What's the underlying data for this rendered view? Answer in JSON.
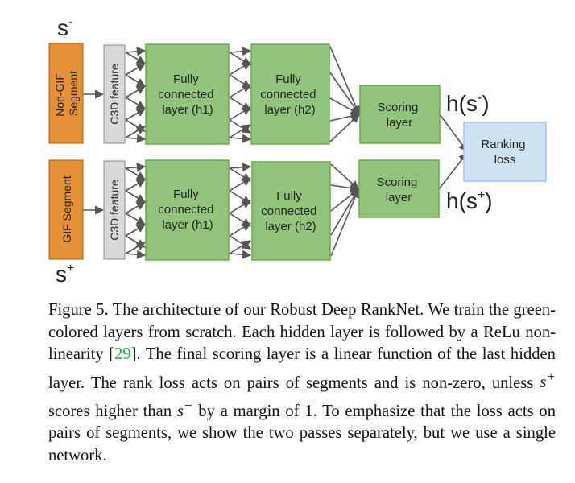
{
  "diagram": {
    "top": {
      "input_symbol": "s",
      "input_symbol_sup": "-",
      "segment_label": [
        "Non-GIF",
        "Segment"
      ],
      "feature_label": "C3D feature",
      "h1_label": [
        "Fully",
        "connected",
        "layer (h1)"
      ],
      "h2_label": [
        "Fully",
        "connected",
        "layer (h2)"
      ],
      "scoring_label": [
        "Scoring",
        "layer"
      ],
      "output_label": "h(s",
      "output_sup": "-",
      "output_close": ")"
    },
    "bottom": {
      "input_symbol": "s",
      "input_symbol_sup": "+",
      "segment_label": [
        "GIF Segment"
      ],
      "feature_label": "C3D feature",
      "h1_label": [
        "Fully",
        "connected",
        "layer (h1)"
      ],
      "h2_label": [
        "Fully",
        "connected",
        "layer (h2)"
      ],
      "scoring_label": [
        "Scoring",
        "layer"
      ],
      "output_label": "h(s",
      "output_sup": "+",
      "output_close": ")"
    },
    "ranking_label": [
      "Ranking",
      "loss"
    ],
    "colors": {
      "segment_fill": "#e69138",
      "feature_fill": "#d9d9d9",
      "green_fill": "#93c47d",
      "green_stroke": "#6aa84f",
      "ranking_fill": "#cfe2f3",
      "arrow": "#555555"
    }
  },
  "caption": {
    "lead": "Figure 5. The architecture of our Robust Deep RankNet. We train the green-colored layers from scratch. Each hidden layer is followed by a ReLu non-linearity [",
    "ref": "29",
    "mid": "]. The final scoring layer is a linear function of the last hidden layer. The rank loss acts on pairs of segments and is non-zero, unless ",
    "s_plus": "s",
    "s_plus_sup": "+",
    "mid2": " scores higher than ",
    "s_minus": "s",
    "s_minus_sup": "−",
    "tail": " by a margin of 1. To emphasize that the loss acts on pairs of segments, we show the two passes separately, but we use a single network."
  }
}
